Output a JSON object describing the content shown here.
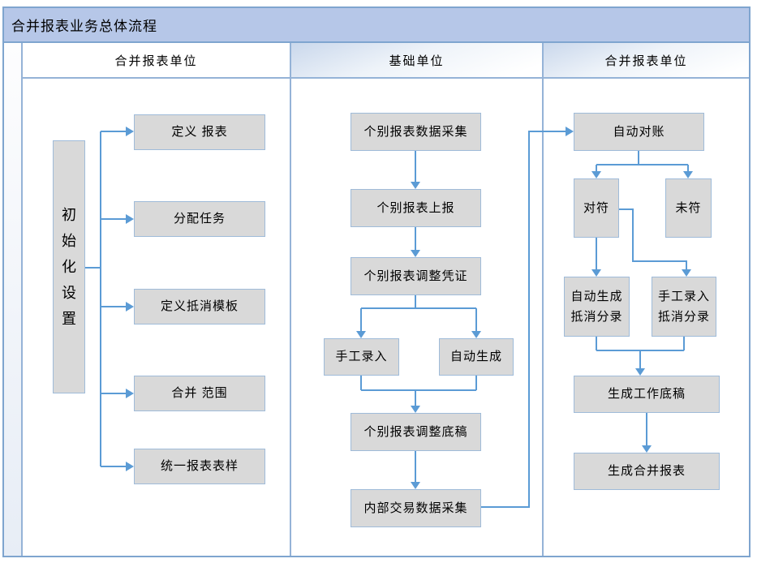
{
  "title": "合并报表业务总体流程",
  "lanes": [
    {
      "header": "合并报表单位",
      "nodes": [
        {
          "label": "初始化设置"
        },
        {
          "label": "定义 报表"
        },
        {
          "label": "分配任务"
        },
        {
          "label": "定义抵消模板"
        },
        {
          "label": "合并 范围"
        },
        {
          "label": "统一报表表样"
        }
      ]
    },
    {
      "header": "基础单位",
      "nodes": [
        {
          "label": "个别报表数据采集"
        },
        {
          "label": "个别报表上报"
        },
        {
          "label": "个别报表调整凭证"
        },
        {
          "label": "手工录入"
        },
        {
          "label": "自动生成"
        },
        {
          "label": "个别报表调整底稿"
        },
        {
          "label": "内部交易数据采集"
        }
      ]
    },
    {
      "header": "合并报表单位",
      "nodes": [
        {
          "label": "自动对账"
        },
        {
          "label": "对符"
        },
        {
          "label": "未符"
        },
        {
          "label": "自动生成抵消分录"
        },
        {
          "label": "手工录入抵消分录"
        },
        {
          "label": "生成工作底稿"
        },
        {
          "label": "生成合并报表"
        }
      ]
    }
  ],
  "colors": {
    "connector": "#5b9bd5",
    "title_bar": "#b6c7e8",
    "frame_border": "#7fa5cf",
    "lane_divider": "#95b3d7",
    "box_fill": "#d9d9d9",
    "box_border": "#9fbbd9"
  }
}
